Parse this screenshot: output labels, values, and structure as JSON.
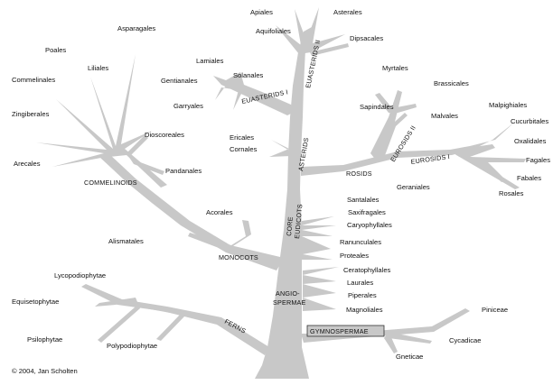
{
  "labels": {
    "apiales": "Apiales",
    "asterales": "Asterales",
    "aquifoliales": "Aquifoliales",
    "dipsacales": "Dipsacales",
    "lamiales": "Lamiales",
    "gentianales": "Gentianales",
    "solanales": "Solanales",
    "garryales": "Garryales",
    "ericales": "Ericales",
    "cornales": "Cornales",
    "myrtales": "Myrtales",
    "brassicales": "Brassicales",
    "sapindales": "Sapindales",
    "malvales": "Malvales",
    "malpighiales": "Malpighiales",
    "cucurbitales": "Cucurbitales",
    "oxalidales": "Oxalidales",
    "fagales": "Fagales",
    "fabales": "Fabales",
    "rosales": "Rosales",
    "geraniales": "Geraniales",
    "santalales": "Santalales",
    "saxifragales": "Saxifragales",
    "caryophyllales": "Caryophyllales",
    "ranunculales": "Ranunculales",
    "proteales": "Proteales",
    "ceratophyllales": "Ceratophyllales",
    "laurales": "Laurales",
    "piperales": "Piperales",
    "magnoliales": "Magnoliales",
    "poales": "Poales",
    "asparagales": "Asparagales",
    "liliales": "Liliales",
    "commelinales": "Commelinales",
    "zingiberales": "Zingiberales",
    "dioscoreales": "Dioscoreales",
    "arecales": "Arecales",
    "pandanales": "Pandanales",
    "acorales": "Acorales",
    "alismatales": "Alismatales",
    "lycopodiophytae": "Lycopodiophytae",
    "equisetophytae": "Equisetophytae",
    "psilophytae": "Psilophytae",
    "polypodiophytae": "Polypodiophytae",
    "piniceae": "Piniceae",
    "cycadicae": "Cycadicae",
    "gneticae": "Gneticae"
  },
  "groups": {
    "asterids_ii": "EUASTERIDS II",
    "asterids_i": "EUASTERIDS I",
    "asterids": "ASTERIDS",
    "core_1": "CORE",
    "core_2": "EUDICOTS",
    "rosids": "ROSIDS",
    "eurosids_ii": "EUROSIDS II",
    "eurosids_i": "EUROSIDS I",
    "commelinoids": "COMMELINOIDS",
    "monocots": "MONOCOTS",
    "angio_1": "ANGIO-",
    "angio_2": "SPERMAE",
    "ferns": "FERNS",
    "gymnospermae": "GYMNOSPERMAE"
  },
  "copyright": "© 2004, Jan Scholten",
  "colors": {
    "tree": "#c8c8c8",
    "text": "#111111"
  }
}
